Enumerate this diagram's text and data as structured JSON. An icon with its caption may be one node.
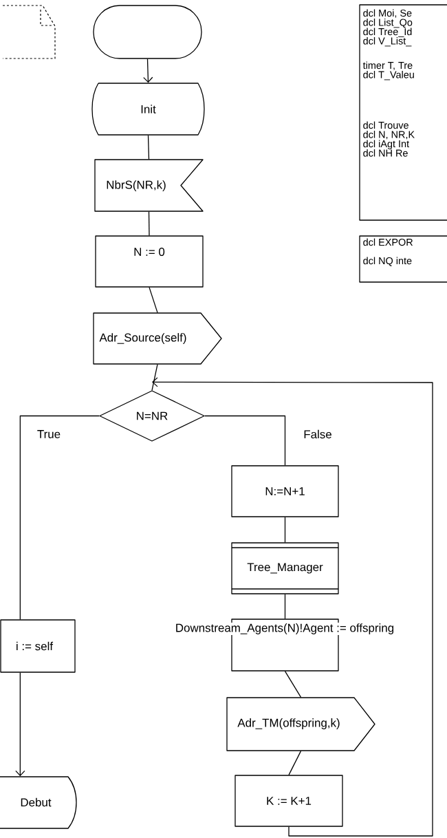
{
  "diagram": {
    "nodes": [
      {
        "text": [],
        "shape": "oval"
      },
      {
        "text": [
          "Init"
        ]
      },
      {
        "text": [
          "NbrS(NR,k)"
        ]
      },
      {
        "text": [
          "N := 0"
        ]
      },
      {
        "text": [
          "Adr_Source(self)"
        ]
      },
      {
        "text": [
          "N=NR"
        ]
      },
      {
        "text": [
          "N:=N+1"
        ]
      },
      {
        "text": [
          "Tree_Manager"
        ]
      },
      {
        "text": [
          "Downstream_Agents(N)!Agent := offspring"
        ]
      },
      {
        "text": [
          "Adr_TM(offspring,k)"
        ]
      },
      {
        "text": [
          "K := K+1"
        ]
      },
      {
        "text": [
          "i := self"
        ]
      },
      {
        "text": [
          "Debut"
        ]
      },
      {
        "text": [
          "dcl Moi, Se",
          "dcl List_Qo",
          "dcl Tree_Id",
          "dcl V_List_",
          "timer T, Tre",
          "dcl T_Valeu",
          "dcl Trouve",
          "dcl N, NR,K",
          "dcl iAgt Int",
          "dcl NH Re"
        ]
      },
      {
        "text": [
          "dcl EXPOR",
          "dcl NQ inte"
        ]
      }
    ],
    "edges": [
      {
        "from": 0,
        "to": 1,
        "arrow": "to"
      },
      {
        "from": 1,
        "to": 2,
        "arrow": "none"
      },
      {
        "from": 2,
        "to": 3,
        "arrow": "none"
      },
      {
        "from": 3,
        "to": 4,
        "arrow": "none"
      },
      {
        "from": 4,
        "to": 5,
        "arrow": "none"
      },
      {
        "from": 5,
        "to": 11,
        "arrow": "none",
        "label": "True"
      },
      {
        "from": 5,
        "to": 6,
        "arrow": "none",
        "label": "False"
      },
      {
        "from": 6,
        "to": 7,
        "arrow": "none"
      },
      {
        "from": 7,
        "to": 8,
        "arrow": "none"
      },
      {
        "from": 8,
        "to": 9,
        "arrow": "none"
      },
      {
        "from": 9,
        "to": 10,
        "arrow": "none"
      },
      {
        "from": 10,
        "to": 5,
        "arrow": "to"
      },
      {
        "from": 11,
        "to": 12,
        "arrow": "to"
      }
    ]
  }
}
